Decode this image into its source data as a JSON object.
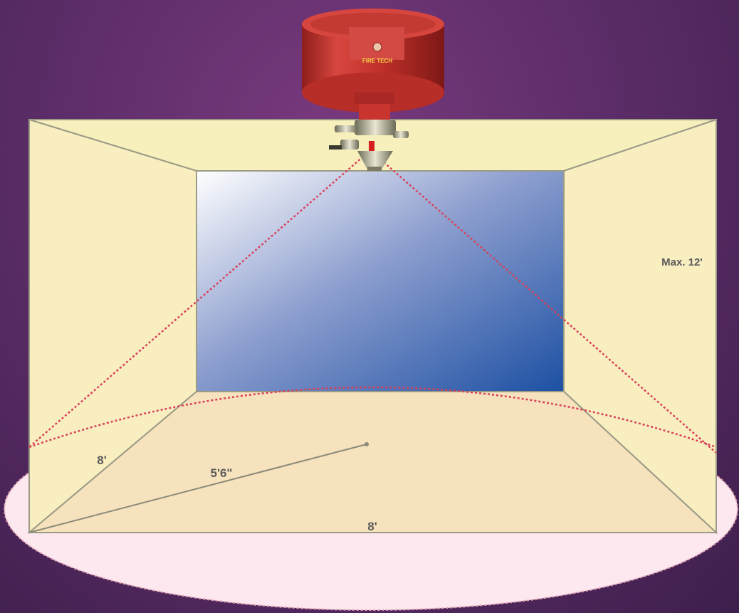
{
  "diagram": {
    "labels": {
      "max_height": "Max. 12'",
      "side_depth": "8'",
      "radius": "5'6\"",
      "front_width": "8'"
    },
    "extinguisher": {
      "brand_text": "FIRE TECH"
    },
    "colors": {
      "background": "#5e2e6a",
      "room_walls": "#f8f0bc",
      "floor": "#f6e2bd",
      "back_wall_light": "#ffffff",
      "back_wall_dark": "#1d50a3",
      "coverage_ellipse": "#fde8ef",
      "spray_cone": "#d9415a",
      "extinguisher_body": "#c8352e"
    }
  }
}
